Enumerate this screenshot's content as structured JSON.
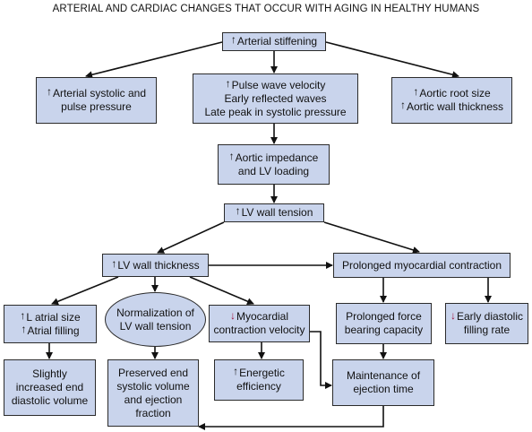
{
  "title": "ARTERIAL AND CARDIAC CHANGES THAT OCCUR WITH AGING IN HEALTHY HUMANS",
  "colors": {
    "box_fill": "#c9d4ec",
    "down_arrow": "#a0123c"
  },
  "nodes": {
    "arterial_stiffening": {
      "lines": [
        {
          "text": "Arterial stiffening",
          "arrow": "up"
        }
      ]
    },
    "systolic_pulse": {
      "lines": [
        {
          "text": "Arterial systolic and",
          "arrow": "up"
        },
        {
          "text": "pulse pressure"
        }
      ]
    },
    "pulse_wave": {
      "lines": [
        {
          "text": "Pulse wave velocity",
          "arrow": "up"
        },
        {
          "text": "Early reflected waves"
        },
        {
          "text": "Late peak in systolic pressure"
        }
      ]
    },
    "aortic_root": {
      "lines": [
        {
          "text": "Aortic root size",
          "arrow": "up"
        },
        {
          "text": "Aortic wall thickness",
          "arrow": "up"
        }
      ]
    },
    "aortic_impedance": {
      "lines": [
        {
          "text": "Aortic impedance",
          "arrow": "up"
        },
        {
          "text": "and LV loading"
        }
      ]
    },
    "lv_wall_tension": {
      "lines": [
        {
          "text": "LV wall tension",
          "arrow": "up"
        }
      ]
    },
    "lv_wall_thickness": {
      "lines": [
        {
          "text": "LV wall thickness",
          "arrow": "up"
        }
      ]
    },
    "prolonged_contraction": {
      "lines": [
        {
          "text": "Prolonged myocardial contraction"
        }
      ]
    },
    "l_atrial": {
      "lines": [
        {
          "text": "L atrial size",
          "arrow": "up"
        },
        {
          "text": "Atrial filling",
          "arrow": "up"
        }
      ]
    },
    "normalization": {
      "lines": [
        {
          "text": "Normalization of"
        },
        {
          "text": "LV wall tension"
        }
      ]
    },
    "myocardial_velocity": {
      "lines": [
        {
          "text": "Myocardial",
          "arrow": "down"
        },
        {
          "text": "contraction velocity"
        }
      ]
    },
    "prolonged_force": {
      "lines": [
        {
          "text": "Prolonged force"
        },
        {
          "text": "bearing capacity"
        }
      ]
    },
    "early_diastolic": {
      "lines": [
        {
          "text": "Early diastolic",
          "arrow": "down"
        },
        {
          "text": "filling rate"
        }
      ]
    },
    "slightly_increased": {
      "lines": [
        {
          "text": "Slightly"
        },
        {
          "text": "increased end"
        },
        {
          "text": "diastolic volume"
        }
      ]
    },
    "preserved": {
      "lines": [
        {
          "text": "Preserved end"
        },
        {
          "text": "systolic volume"
        },
        {
          "text": "and ejection"
        },
        {
          "text": "fraction"
        }
      ]
    },
    "energetic": {
      "lines": [
        {
          "text": "Energetic",
          "arrow": "up"
        },
        {
          "text": "efficiency"
        }
      ]
    },
    "maintenance": {
      "lines": [
        {
          "text": "Maintenance of"
        },
        {
          "text": "ejection time"
        }
      ]
    }
  }
}
